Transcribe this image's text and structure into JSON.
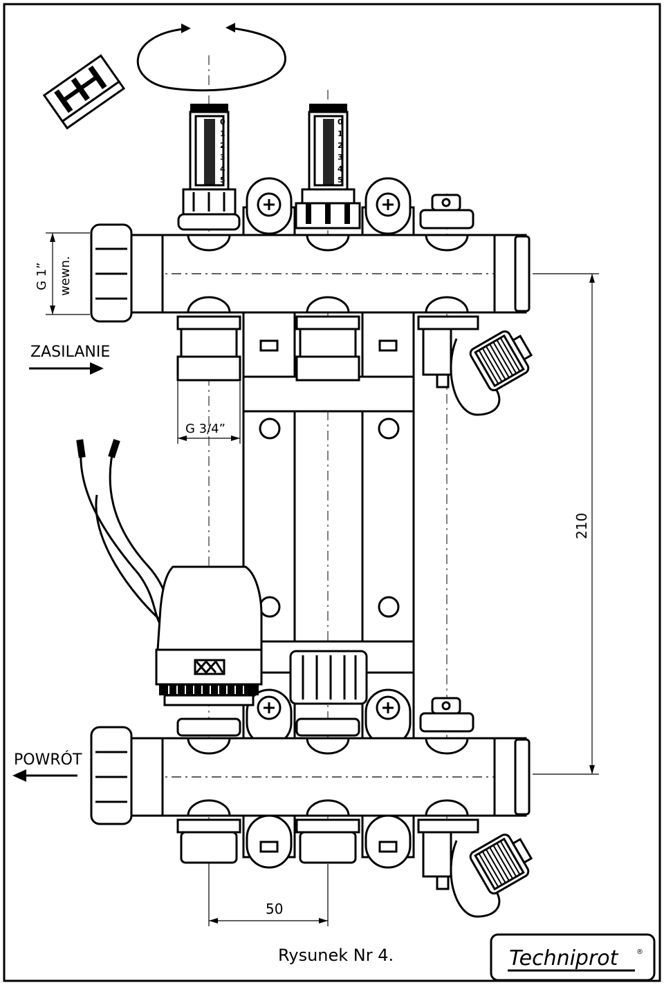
{
  "title": "Rysunek Nr 4.",
  "labels": {
    "supply": "ZASILANIE",
    "return": "POWRÓT",
    "inlet_thread": "G 1”",
    "inlet_thread_note": "wewn.",
    "outlet_thread": "G 3/4”",
    "dimension_height": "210",
    "dimension_spacing": "50"
  },
  "logo": {
    "text": "Techniprot",
    "registered_mark": "®"
  },
  "flowmeter_scale": [
    "0",
    "1",
    "2",
    "3",
    "4",
    "5"
  ],
  "colors": {
    "line": "#000000",
    "background": "#ffffff"
  }
}
